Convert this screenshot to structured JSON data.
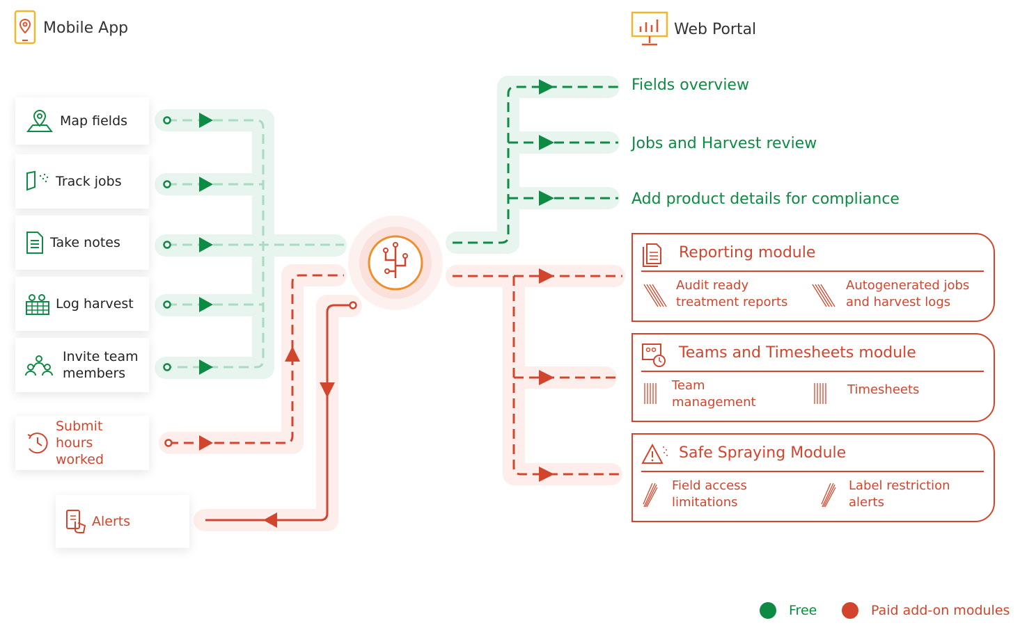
{
  "mobile_app": {
    "title": "Mobile App",
    "items": [
      {
        "label": "Map fields",
        "icon": "map-pin-icon",
        "tier": "free"
      },
      {
        "label": "Track jobs",
        "icon": "track-jobs-icon",
        "tier": "free"
      },
      {
        "label": "Take notes",
        "icon": "notes-icon",
        "tier": "free"
      },
      {
        "label": "Log harvest",
        "icon": "harvest-icon",
        "tier": "free"
      },
      {
        "label": "Invite team members",
        "icon": "team-icon",
        "tier": "free"
      },
      {
        "label": "Submit hours worked",
        "icon": "clock-icon",
        "tier": "paid"
      },
      {
        "label": "Alerts",
        "icon": "phone-alert-icon",
        "tier": "paid"
      }
    ]
  },
  "web_portal": {
    "title": "Web Portal",
    "free_items": [
      {
        "label": "Fields overview"
      },
      {
        "label": "Jobs and Harvest review"
      },
      {
        "label": "Add product details for compliance"
      }
    ],
    "modules": [
      {
        "title": "Reporting module",
        "icon": "report-icon",
        "features": [
          "Audit ready treatment reports",
          "Autogenerated jobs and harvest logs"
        ]
      },
      {
        "title": "Teams and Timesheets module",
        "icon": "team-timesheet-icon",
        "features": [
          "Team management",
          "Timesheets"
        ]
      },
      {
        "title": "Safe Spraying Module",
        "icon": "warning-spray-icon",
        "features": [
          "Field access limitations",
          "Label restriction alerts"
        ]
      }
    ]
  },
  "legend": {
    "free": {
      "label": "Free",
      "color": "#0d8a43"
    },
    "paid": {
      "label": "Paid add-on modules",
      "color": "#d2452c"
    }
  },
  "colors": {
    "free": "#0d8a43",
    "free_light": "#e7f5ee",
    "paid": "#d2452c",
    "paid_light": "#fdeeeb"
  }
}
